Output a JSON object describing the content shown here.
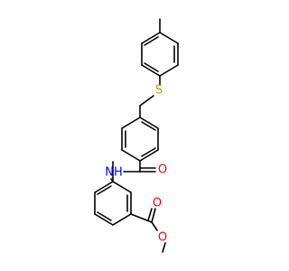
{
  "molecule": {
    "atoms": {
      "sulfur": {
        "text": "S",
        "color": "#b8a100"
      },
      "amide_nitrogen": {
        "text": "NH",
        "color": "#0000ff"
      },
      "amide_oxygen": {
        "text": "O",
        "color": "#ff0000"
      },
      "ester_carbonyl_oxygen": {
        "text": "O",
        "color": "#ff0000"
      },
      "ester_ether_oxygen": {
        "text": "O",
        "color": "#ff0000"
      }
    },
    "bond_color": "#000000",
    "background": "#ffffff"
  }
}
